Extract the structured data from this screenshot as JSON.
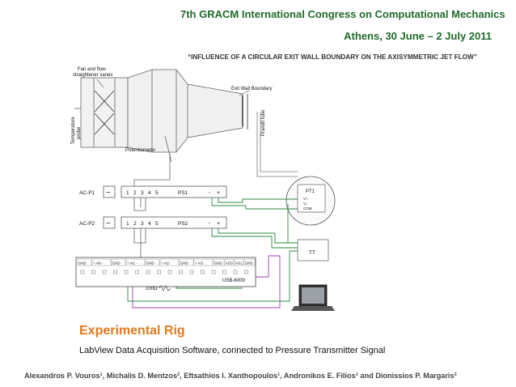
{
  "header": {
    "conference": "7th GRACM International Congress on Computational Mechanics",
    "location_date": "Athens, 30 June – 2 July 2011",
    "paper_title": "“INFLUENCE OF A CIRCULAR EXIT WALL BOUNDARY ON THE AXISYMMETRIC JET FLOW”"
  },
  "diagram": {
    "labels": {
      "fan": "Fan and flow-",
      "fan2": "straightener vanes",
      "temp": "Temperature",
      "temp2": "probe",
      "exit_wall": "Exit Wall Boundary",
      "prandtl": "Prandtl tube",
      "potentiometer": "Potentiometer",
      "acp1": "AC-P1",
      "acp2": "AC-P2",
      "ps1": "PS1",
      "ps2": "PS2",
      "pt1": "PT1",
      "pt1_v": "V+",
      "pt1_vo": "V₀",
      "pt1_com": "COM",
      "tt": "TT",
      "usb": "USB-6009",
      "resistor": "100Ω",
      "tilde": "~",
      "minus": "-",
      "plus": "+"
    },
    "terminals": [
      "1",
      "2",
      "3",
      "4",
      "5"
    ],
    "daq_pins": [
      "GND",
      "+ AI0 -",
      "GND",
      "+ AI1 -",
      "GND",
      "+ AI2 -",
      "GND",
      "+ AI3 -",
      "GND",
      "AO0",
      "AO1",
      "GND"
    ]
  },
  "footer": {
    "title": "Experimental Rig",
    "subtitle": "LabView Data Acquisition Software, connected to Pressure Transmitter Signal",
    "authors": "Alexandros P. Vouros¹, Michalis D. Mentzos², Eftsathios I. Xanthopoulos¹, Andronikos E. Filios¹ and Dionissios P. Margaris²"
  },
  "colors": {
    "accent_green": "#1f6b2a",
    "accent_orange": "#e07a1c",
    "wire_green": "#2e8b3e",
    "wire_purple": "#a23bb5",
    "wire_gray": "#555555"
  }
}
